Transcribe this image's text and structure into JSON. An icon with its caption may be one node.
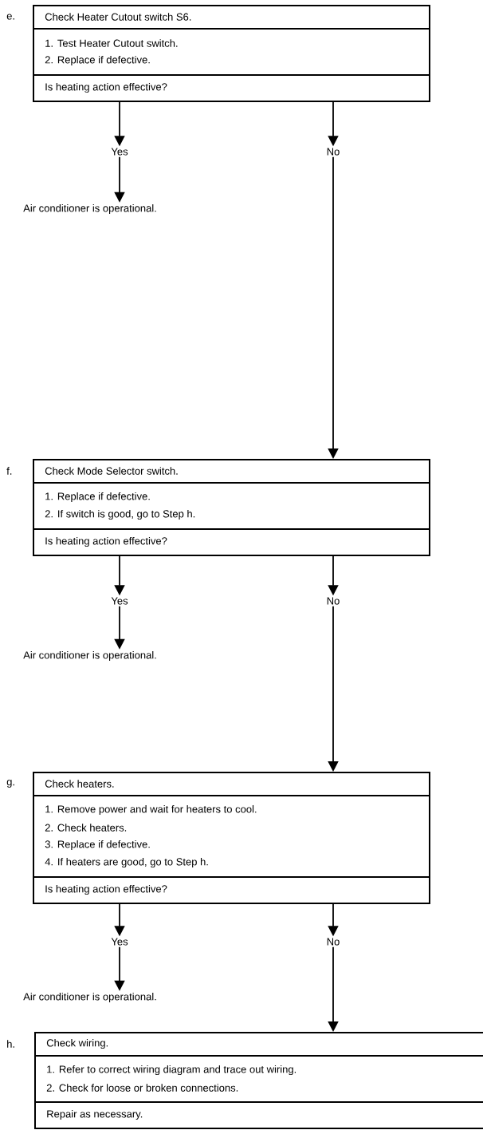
{
  "diagram": {
    "nodes": [
      {
        "text": [
          "Check Heater Cutout switch S6.",
          "1. Test Heater Cutout switch.",
          "2. Replace if defective.",
          "Is heating action effective?"
        ],
        "beside": [
          "e."
        ]
      },
      {
        "text": [
          "Yes"
        ]
      },
      {
        "text": [
          "Air conditioner is operational."
        ]
      },
      {
        "text": [
          "No"
        ]
      },
      {
        "text": [
          "Check Mode Selector switch.",
          "1. Replace if defective.",
          "2. If switch is good, go to Step h.",
          "Is heating action effective?"
        ],
        "beside": [
          "f."
        ]
      },
      {
        "text": [
          "Yes"
        ]
      },
      {
        "text": [
          "Air conditioner is operational."
        ]
      },
      {
        "text": [
          "No"
        ]
      },
      {
        "text": [
          "Check heaters.",
          "1. Remove power and wait for heaters to cool.",
          "2. Check heaters.",
          "3. Replace if defective.",
          "4. If heaters are good, go to Step h.",
          "Is heating action effective?"
        ],
        "beside": [
          "g."
        ]
      },
      {
        "text": [
          "Yes"
        ]
      },
      {
        "text": [
          "Air conditioner is operational."
        ]
      },
      {
        "text": [
          "No"
        ]
      },
      {
        "text": [
          "Check wiring.",
          "1. Refer to correct wiring diagram and trace out wiring.",
          "2. Check for loose or broken connections.",
          "Repair as necessary."
        ],
        "beside": [
          "h."
        ]
      }
    ],
    "edges": [
      {
        "from": 0,
        "to": 1,
        "arrow": "to"
      },
      {
        "from": 1,
        "to": 2,
        "arrow": "to"
      },
      {
        "from": 0,
        "to": 3,
        "arrow": "to"
      },
      {
        "from": 3,
        "to": 4,
        "arrow": "to"
      },
      {
        "from": 4,
        "to": 5,
        "arrow": "to"
      },
      {
        "from": 5,
        "to": 6,
        "arrow": "to"
      },
      {
        "from": 4,
        "to": 7,
        "arrow": "to"
      },
      {
        "from": 7,
        "to": 8,
        "arrow": "to"
      },
      {
        "from": 8,
        "to": 9,
        "arrow": "to"
      },
      {
        "from": 9,
        "to": 10,
        "arrow": "to"
      },
      {
        "from": 8,
        "to": 11,
        "arrow": "to"
      },
      {
        "from": 11,
        "to": 12,
        "arrow": "to"
      }
    ]
  }
}
